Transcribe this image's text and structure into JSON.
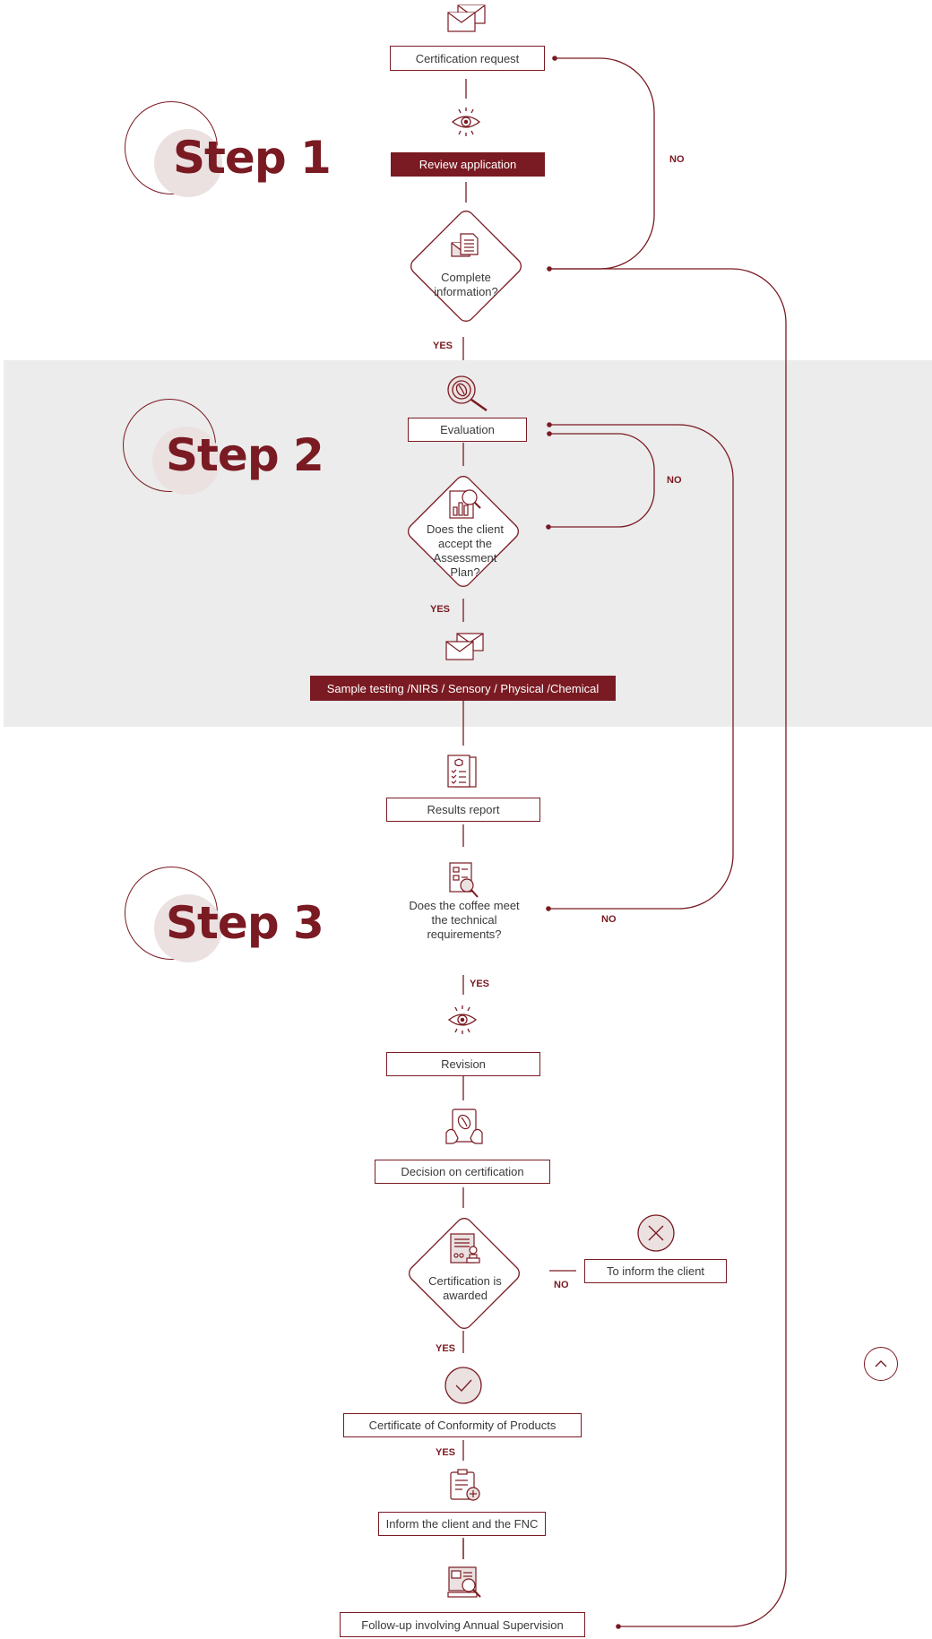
{
  "steps": [
    "Step 1",
    "Step 2",
    "Step 3"
  ],
  "nodes": {
    "certification_request": "Certification request",
    "review_application": "Review application",
    "complete_information": "Complete information?",
    "evaluation": "Evaluation",
    "accept_plan": "Does the client accept the Assessment Plan?",
    "sample_testing": "Sample testing /NIRS / Sensory / Physical /Chemical",
    "results_report": "Results report",
    "meet_requirements": "Does the coffee meet the technical requirements?",
    "revision": "Revision",
    "decision": "Decision on certification",
    "awarded": "Certification is awarded",
    "inform_client": "To inform the client",
    "certificate": "Certificate of Conformity of Products",
    "inform_fnc": "Inform the client and the FNC",
    "follow_up": "Follow-up involving Annual Supervision"
  },
  "labels": {
    "yes": "YES",
    "no": "NO"
  },
  "icons": {
    "envelope_top": "envelope-icon",
    "eye": "eye-icon",
    "document": "document-icon",
    "magnifier_coffee": "coffee-magnifier-icon",
    "chart_search": "chart-search-icon",
    "envelope_sample": "envelope-icon",
    "report": "report-checklist-icon",
    "inspect": "document-inspect-icon",
    "eye_revision": "eye-icon",
    "hands_tablet": "hands-tablet-icon",
    "certificate_stamp": "certificate-stamp-icon",
    "close": "close-icon",
    "check": "check-icon",
    "clipboard_plus": "clipboard-plus-icon",
    "monitor_search": "monitor-search-icon",
    "scroll_top": "chevron-up-icon"
  },
  "colors": {
    "accent": "#7a1a22",
    "band": "#ececec",
    "disc": "#ebe1e1"
  }
}
